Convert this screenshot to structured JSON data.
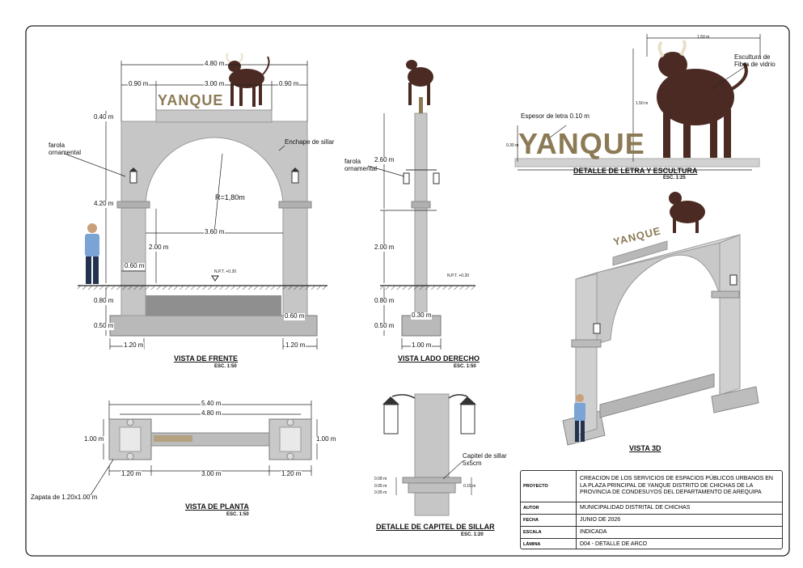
{
  "sign_word": "YANQUE",
  "colors": {
    "stone": "#c4c4c4",
    "stone_dark": "#9c9c9c",
    "foundation": "#b5b5b5",
    "letters": "#8b7a55",
    "bull": "#4a2a22",
    "frame": "#222222"
  },
  "front": {
    "title": "VISTA DE FRENTE",
    "scale": "ESC. 1:50",
    "dims": {
      "total_width": "4.80 m",
      "left_margin": "0.90 m",
      "sign_width": "3.00 m",
      "right_margin": "0.90 m",
      "sign_height": "0.40 m",
      "pillar_height": "4.20 m",
      "opening_width": "3.60 m",
      "impost_height": "2.00 m",
      "pillar_width": "0.60 m",
      "below_ground": "0.80 m",
      "footing_height": "0.50 m",
      "footing_left": "1.20 m",
      "footing_right": "1.20 m",
      "pillar_bottom_right": "0.60 m"
    },
    "radius": "R=1,80m",
    "npt": "N.P.T. +0.20",
    "lamp_note": "farola\nornamental",
    "cladding_note": "Enchape de sillar"
  },
  "side": {
    "title": "VISTA LADO DERECHO",
    "scale": "ESC. 1:50",
    "dims": {
      "upper_height": "2.60 m",
      "lower_height": "2.00 m",
      "below_ground": "0.80 m",
      "footing_height": "0.50 m",
      "column_width": "0.30 m",
      "footing_width": "1.00 m"
    },
    "lamp_note": "farola\nornamental",
    "npt": "N.P.T. +0.20"
  },
  "detail": {
    "title": "DETALLE DE LETRA Y ESCULTURA",
    "scale": "ESC. 1:25",
    "letter_note": "Espesor de letra 0.10 m",
    "sculpture_note": "Escultura de\nFibra de vidrio",
    "width_dim": "1.50 m",
    "height_dim": "1.50 m",
    "letter_height": "0.30 m"
  },
  "plan": {
    "title": "VISTA DE PLANTA",
    "scale": "ESC. 1:50",
    "dims": {
      "total": "5.40 m",
      "inner": "4.80 m",
      "left_depth": "1.00 m",
      "right_depth": "1.00 m",
      "left_footing": "1.20 m",
      "center": "3.00 m",
      "right_footing": "1.20 m"
    },
    "footing_note": "Zapata de 1.20x1.00 m"
  },
  "capital": {
    "title": "DETALLE DE CAPITEL DE SILLAR",
    "scale": "ESC. 1:20",
    "note": "Capitel de sillar\n5x5cm",
    "d1": "0.08 m",
    "d2": "0.05 m",
    "d3": "0.05 m",
    "d4": "0.15 m"
  },
  "view3d": {
    "title": "VISTA 3D"
  },
  "title_block": {
    "rows": [
      {
        "key": "PROYECTO",
        "value": "CREACION DE LOS SERVICIOS DE ESPACIOS PÚBLICOS URBANOS EN LA PLAZA PRINCIPAL DE YANQUE DISTRITO DE CHICHAS DE LA PROVINCIA DE CONDESUYOS DEL DEPARTAMENTO DE AREQUIPA"
      },
      {
        "key": "AUTOR",
        "value": "MUNICIPALIDAD DISTRITAL DE CHICHAS"
      },
      {
        "key": "FECHA",
        "value": "JUNIO DE 2026"
      },
      {
        "key": "ESCALA",
        "value": "INDICADA"
      },
      {
        "key": "LÁMINA",
        "value": "D04 - DETALLE DE ARCO"
      }
    ]
  }
}
